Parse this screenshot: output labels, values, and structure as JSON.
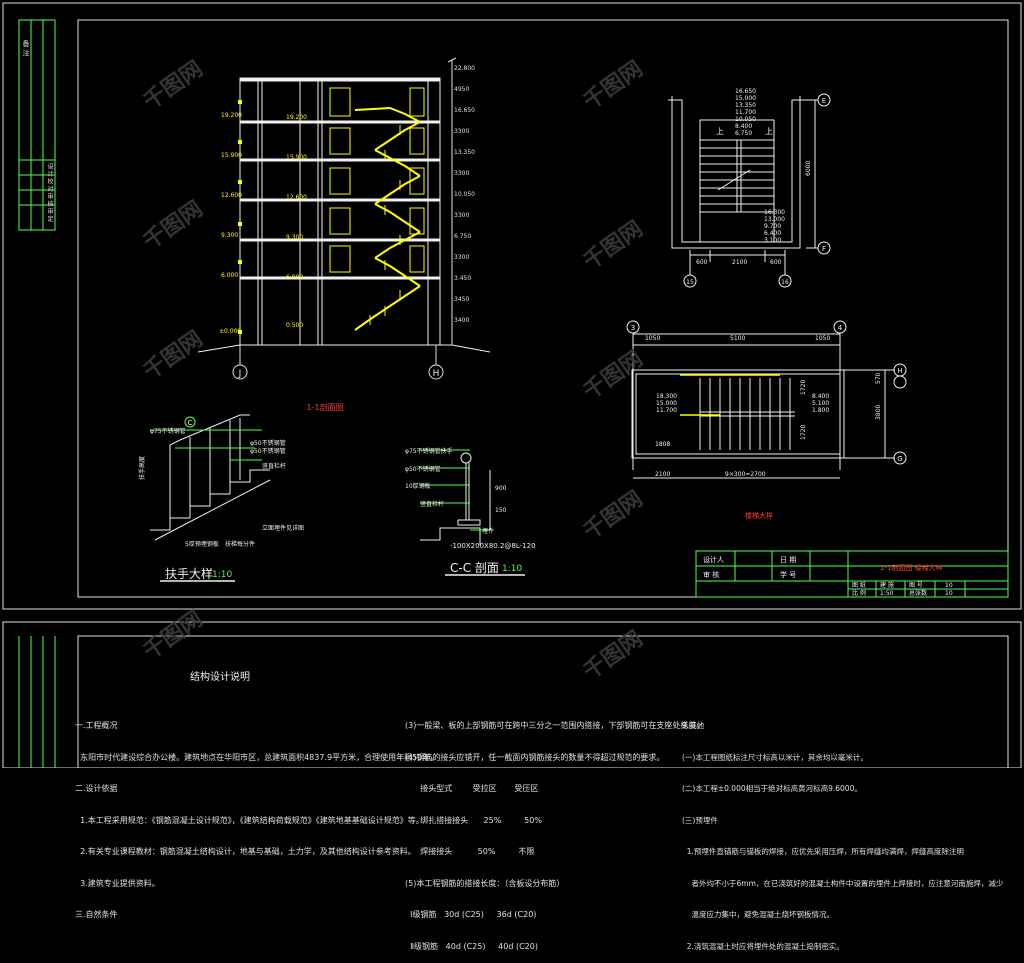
{
  "stair_section": {
    "title": "1-1剖面图",
    "left_elevations": [
      "19.200",
      "15.900",
      "12.600",
      "9.300",
      "6.000",
      "±0.000"
    ],
    "inner_elevations": [
      "19.200",
      "15.900",
      "12.600",
      "9.300",
      "6.000",
      "0.500"
    ],
    "right_dimensions": [
      "22.800",
      "4950",
      "16.650",
      "3300",
      "13.350",
      "3300",
      "10.050",
      "3300",
      "6.750",
      "3300",
      "3.450",
      "3450",
      "3400"
    ],
    "axis_left": "J",
    "axis_right": "H"
  },
  "handrail_detail": {
    "title": "扶手大样",
    "scale": "1:10",
    "callouts": [
      "φ75不锈钢管",
      "φ50不锈钢管",
      "φ50不锈钢管",
      "竖直栏杆",
      "扶手高度",
      "立面埋件见详图",
      "5厚预埋钢板",
      "扶梯每分件"
    ]
  },
  "cc_section": {
    "title": "C-C 剖面",
    "scale": "1:10",
    "callouts": [
      "φ75不锈钢管扶手",
      "φ50不锈钢管",
      "10厚钢板",
      "竖直栏杆",
      "埋件",
      "-100X200X80.2@8L-120"
    ],
    "dims": [
      "900",
      "150"
    ]
  },
  "stair_plan_top": {
    "levels": [
      "16.650",
      "15.000",
      "13.350",
      "11.700",
      "10.050",
      "8.400",
      "6.750"
    ],
    "levels_lower": [
      "16.300",
      "13.000",
      "9.700",
      "6.400",
      "3.100"
    ],
    "up_labels": [
      "上",
      "上"
    ],
    "dims_bottom": [
      "600",
      "2100",
      "600"
    ],
    "dim_right": "6000",
    "axes": [
      "15",
      "16",
      "E",
      "F"
    ]
  },
  "stair_plan_bottom": {
    "dims_top": [
      "1050",
      "5100",
      "1050"
    ],
    "dims_bottom": [
      "2100",
      "9×300=2700"
    ],
    "left_dim": "1808",
    "right_dims": [
      "1720",
      "1720",
      "3800",
      "570"
    ],
    "levels": [
      "18.300",
      "15.000",
      "11.700",
      "8.400",
      "5.100",
      "1.800"
    ],
    "axes": [
      "3",
      "4",
      "H",
      "G"
    ],
    "title": "楼梯大样"
  },
  "title_block": {
    "designer": "设计人",
    "date": "日 期",
    "check": "审 核",
    "number": "学 号",
    "drawing_name": "1-1剖面图  楼梯大样",
    "drawing_label": "图 纸",
    "category": "建 施",
    "sheet_no_label": "图 号",
    "sheet_no": "10",
    "scale_label": "比 例",
    "scale": "1:50",
    "total_label": "总张数",
    "total": "10"
  },
  "notes_page": {
    "title": "结构设计说明",
    "col1": [
      "一.工程概况",
      "  东阳市时代建设综合办公楼。建筑地点在华阳市区，总建筑面积4837.9平方米，合理使用年限50年。",
      "二.设计依据",
      "  1.本工程采用规范：《钢筋混凝土设计规范》，《建筑结构荷载规范》《建筑地基基础设计规范》等。",
      "  2.有关专业课程教材：钢筋混凝土结构设计，地基与基础，土力学，及其他结构设计参考资料。",
      "  3.建筑专业提供资料。",
      "三.自然条件"
    ],
    "col2": [
      "(3)一般梁、板的上部钢筋可在跨中三分之一范围内搭接，下部钢筋可在支座处搭接。",
      "(4)钢筋的接头应错开，任一截面内钢筋接头的数量不得超过规范的要求。",
      "      接头型式        受拉区       受压区",
      "      绑扎搭接接头      25%         50%",
      "      焊接接头          50%         不限",
      "(5)本工程钢筋的搭接长度：（含板设分布筋）",
      "  Ⅰ级钢筋   30d (C25)     36d (C20)",
      "  Ⅱ级钢筋   40d (C25)     40d (C20)"
    ],
    "col3": [
      "9.其他",
      "(一)本工程图纸标注尺寸标高以米计，其余均以毫米计。",
      "(二)本工程±0.000相当于绝对标高黄河标高9.6000。",
      "(三)预埋件",
      "  1.预埋件直锚筋与锚板的焊接，应优先采用压焊，所有焊缝均满焊，焊缝高度除注明",
      "    者外均不小于6mm，在已浇筑好的混凝土构件中设置的埋件上焊接时，应注意河南施焊，减少",
      "    温度应力集中，避免混凝土烧坏钢板情况。",
      "  2.浇筑混凝土时应将埋件处的混凝土捣制密实。"
    ]
  },
  "left_margin_labels": [
    "备 注",
    "设 计",
    "校 对",
    "审 核",
    "审 定"
  ],
  "watermarks": [
    "千图网",
    "千图网",
    "千图网",
    "千图网",
    "千图网",
    "千图网",
    "千图网",
    "千图网",
    "千图网"
  ]
}
